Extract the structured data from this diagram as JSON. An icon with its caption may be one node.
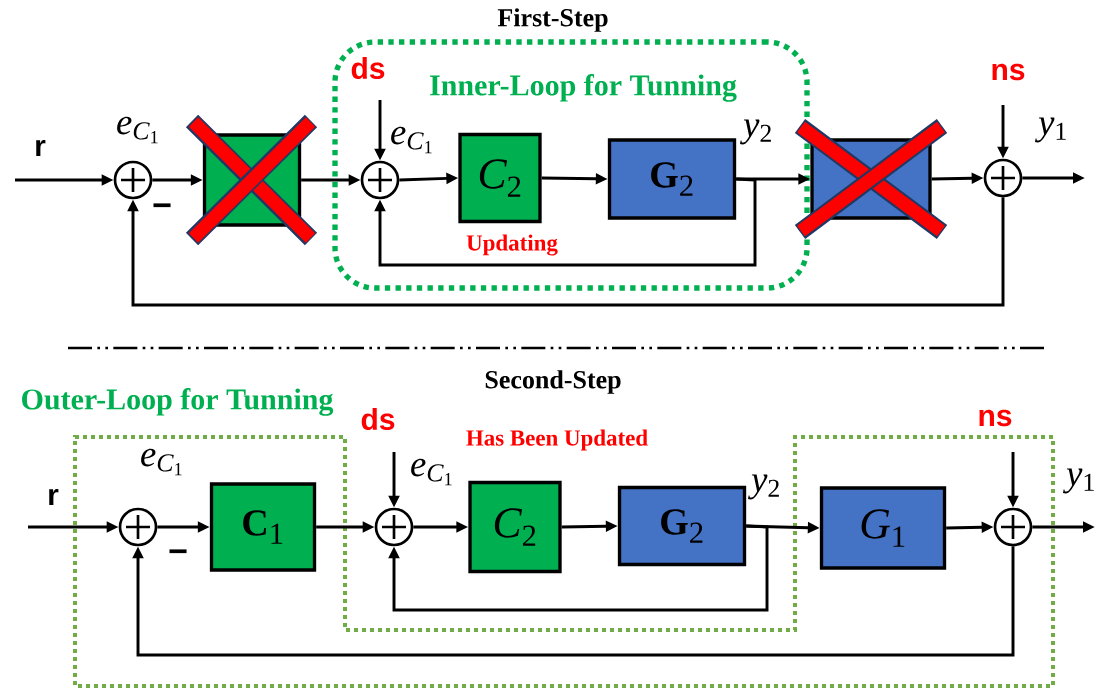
{
  "diagram": {
    "nodes": [
      {
        "text": [
          "Inner-Loop for Tunning"
        ]
      },
      {
        "text": [
          "r"
        ]
      },
      {
        "text": [],
        "shape": "circle"
      },
      {
        "text": [],
        "shape": "box"
      },
      {
        "text": [],
        "shape": "circle",
        "in": 0
      },
      {
        "text": [
          "C_2"
        ],
        "in": 0
      },
      {
        "text": [
          "\\mathrm{G}_2"
        ],
        "in": 0
      },
      {
        "text": [],
        "shape": "box"
      },
      {
        "text": [],
        "shape": "circle"
      },
      {
        "text": [
          "ds"
        ],
        "in": 0
      },
      {
        "text": [
          "ns"
        ]
      },
      {
        "text": [
          "Outer-Loop for Tunning"
        ]
      },
      {
        "text": [
          "r"
        ]
      },
      {
        "text": [],
        "shape": "circle",
        "in": 11
      },
      {
        "text": [
          "\\mathrm{C}_1"
        ],
        "in": 11
      },
      {
        "text": [],
        "shape": "circle"
      },
      {
        "text": [
          "C_2"
        ]
      },
      {
        "text": [
          "\\mathrm{G}_2"
        ]
      },
      {
        "text": [
          "G_1"
        ],
        "in": 11
      },
      {
        "text": [],
        "shape": "circle",
        "in": 11
      },
      {
        "text": [
          "ds"
        ]
      },
      {
        "text": [
          "ns"
        ]
      }
    ],
    "edges": [
      {
        "from": 1,
        "to": 2,
        "arrow": "to"
      },
      {
        "from": 2,
        "to": 3,
        "arrow": "to"
      },
      {
        "from": 3,
        "to": 4,
        "arrow": "to"
      },
      {
        "from": 9,
        "to": 4,
        "arrow": "to"
      },
      {
        "from": 4,
        "to": 5,
        "arrow": "to"
      },
      {
        "from": 5,
        "to": 6,
        "arrow": "to"
      },
      {
        "from": 6,
        "to": 7,
        "arrow": "to"
      },
      {
        "from": 6,
        "to": 4,
        "arrow": "to"
      },
      {
        "from": 7,
        "to": 8,
        "arrow": "to"
      },
      {
        "from": 10,
        "to": 8,
        "arrow": "to"
      },
      {
        "from": 8,
        "to": null,
        "arrow": "to"
      },
      {
        "from": 8,
        "to": 2,
        "arrow": "to"
      },
      {
        "from": 12,
        "to": 13,
        "arrow": "to"
      },
      {
        "from": 13,
        "to": 14,
        "arrow": "to"
      },
      {
        "from": 14,
        "to": 15,
        "arrow": "to"
      },
      {
        "from": 20,
        "to": 15,
        "arrow": "to"
      },
      {
        "from": 15,
        "to": 16,
        "arrow": "to"
      },
      {
        "from": 16,
        "to": 17,
        "arrow": "to"
      },
      {
        "from": 17,
        "to": 18,
        "arrow": "to"
      },
      {
        "from": 17,
        "to": 15,
        "arrow": "to"
      },
      {
        "from": 18,
        "to": 19,
        "arrow": "to"
      },
      {
        "from": 21,
        "to": 19,
        "arrow": "to"
      },
      {
        "from": 19,
        "to": null,
        "arrow": "to"
      },
      {
        "from": 19,
        "to": 13,
        "arrow": "to"
      }
    ],
    "labels": [
      "First-Step",
      "e_{C_1}",
      "−",
      "e_{C_1}",
      "y_2",
      "Updating",
      "y_1",
      "Second-Step",
      "e_{C_1}",
      "−",
      "Has Been Updated",
      "e_{C_1}",
      "y_2",
      "y_1"
    ]
  }
}
